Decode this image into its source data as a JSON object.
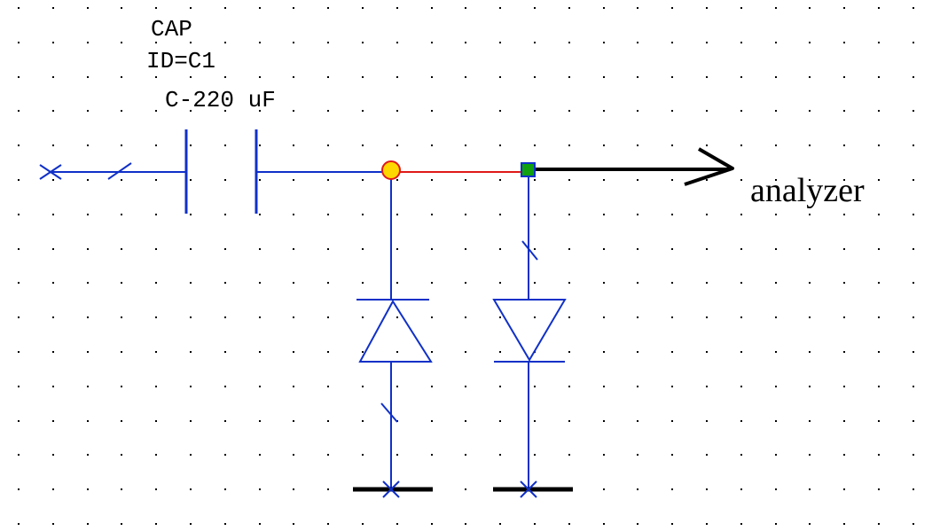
{
  "component": {
    "type_label": "CAP",
    "id_label": "ID=C1",
    "value_label": "C-220 uF"
  },
  "annotation": {
    "output_label": "analyzer"
  },
  "colors": {
    "wire": "#1030c8",
    "highlight_wire": "#e01818",
    "junction_fill": "#ffd700",
    "junction_stroke": "#e01818",
    "port_fill": "#10a010",
    "ground": "#000000",
    "grid_dot": "#000000"
  }
}
